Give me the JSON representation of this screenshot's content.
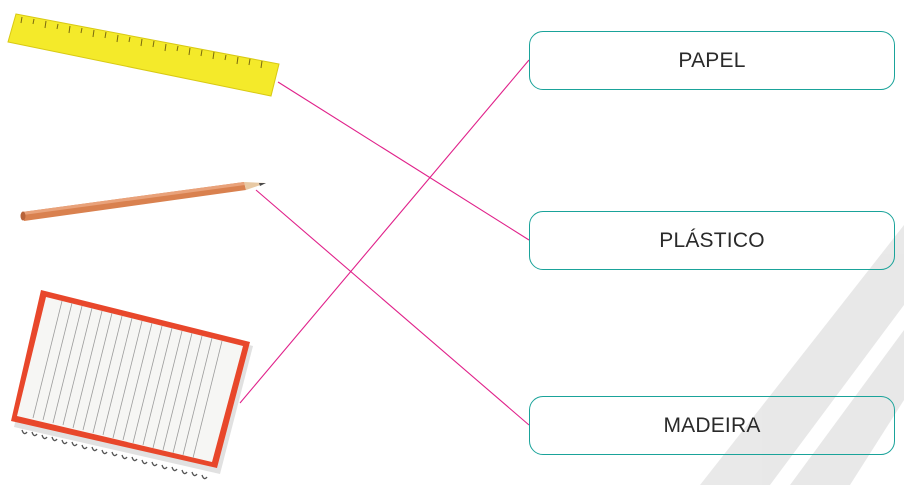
{
  "targets": [
    {
      "id": "papel",
      "label": "PAPEL"
    },
    {
      "id": "plastico",
      "label": "PLÁSTICO"
    },
    {
      "id": "madeira",
      "label": "MADEIRA"
    }
  ],
  "objects": [
    {
      "id": "ruler",
      "icon": "ruler-icon"
    },
    {
      "id": "pencil",
      "icon": "pencil-icon"
    },
    {
      "id": "notebook",
      "icon": "notebook-icon"
    }
  ],
  "colors": {
    "line": "#e0218a",
    "box_border": "#1aa39a",
    "ruler_yellow": "#f4ea2a",
    "pencil_wood": "#d9814f",
    "notebook_red": "#e8472b"
  }
}
